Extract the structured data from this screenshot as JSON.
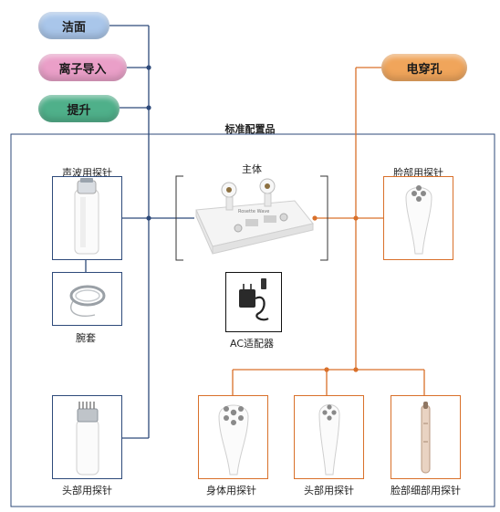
{
  "functions": {
    "cleansing": "洁面",
    "ion_import": "离子导入",
    "lift": "提升",
    "electroporation": "电穿孔"
  },
  "standard_config": {
    "title": "标准配置品",
    "main_unit": "主体",
    "main_unit_brand": "Rosette Wave",
    "ultrasonic_probe": "声波用探针",
    "wristband": "腕套",
    "head_probe_left": "头部用探针",
    "ac_adapter": "AC适配器",
    "face_probe": "脸部用探针",
    "body_probe": "身体用探针",
    "head_probe_right": "头部用探针",
    "face_detail_probe": "脸部细部用探针"
  },
  "colors": {
    "cleansing_pill": "#a9c6ea",
    "ion_pill": "#ea9fc8",
    "lift_pill": "#4fb08a",
    "electroporation_pill": "#f0a55b",
    "blue_line": "#2e4a7a",
    "orange_line": "#d9702a"
  }
}
